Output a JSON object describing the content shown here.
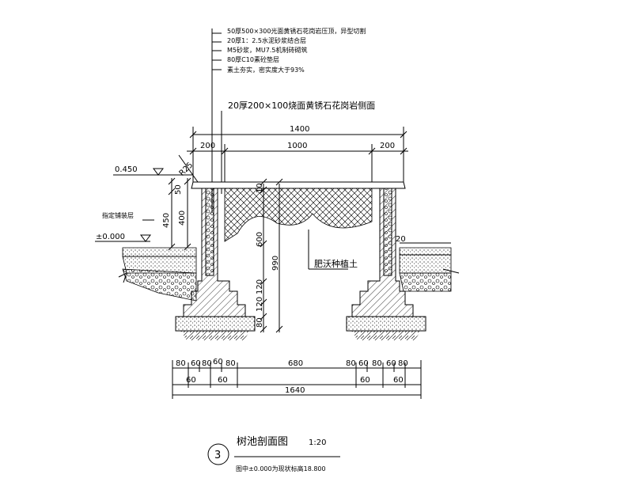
{
  "layer_notes": [
    "50厚500×300光面黄锈石花岗岩压顶，异型切割",
    "20厚1：2.5水泥砂浆结合层",
    "M5砂浆，MU7.5机制砖砌筑",
    "80厚C10素砼垫层",
    "素土夯实，密实度大于93%"
  ],
  "edge_note": "20厚200×100烧面黄锈石花岗岩侧面",
  "top_dims": {
    "overall": "1400",
    "left": "200",
    "middle": "1000",
    "right": "200"
  },
  "radius_label": "R25",
  "left_levels": {
    "top": "0.450",
    "ground": "±0.000",
    "paving_note": "指定铺装层"
  },
  "left_dims": {
    "cap": "50",
    "h450": "450",
    "h400": "400"
  },
  "inner_dims": {
    "cap": "10",
    "soil": "600",
    "total": "990",
    "step1": "120",
    "step2": "120",
    "base": "80"
  },
  "right_dim": "20",
  "soil_label": "肥沃种植土",
  "bottom_dims": {
    "row1_left": [
      "80",
      "60",
      "80",
      "60",
      "80"
    ],
    "row1_mid": "680",
    "row1_right": [
      "80",
      "60",
      "80",
      "60",
      "80"
    ],
    "row2_left": [
      "60",
      "60"
    ],
    "row2_right": [
      "60",
      "60"
    ],
    "overall": "1640"
  },
  "title": {
    "number": "3",
    "name": "树池剖面图",
    "scale": "1:20",
    "note": "图中±0.000为现状标高18.800"
  }
}
